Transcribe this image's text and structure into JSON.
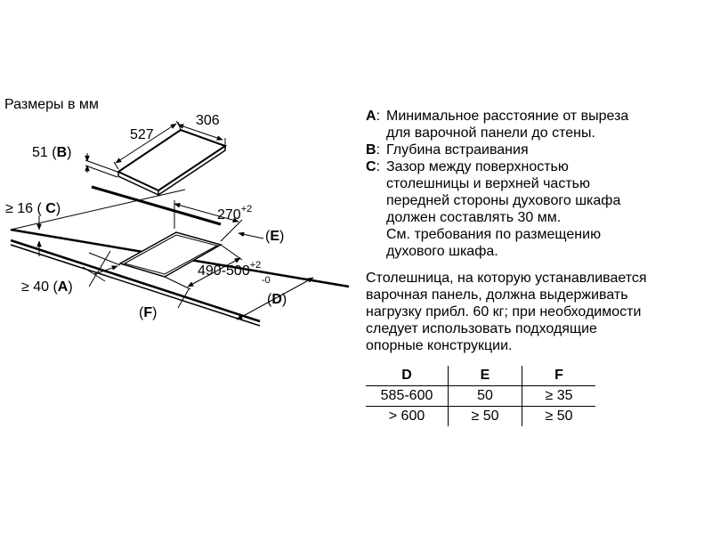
{
  "diagram": {
    "title": "Размеры в мм",
    "width_306": "306",
    "depth_527": "527",
    "label_b_prefix": "51 (",
    "label_b_letter": "B",
    "label_b_suffix": ")",
    "label_c_prefix": "≥ 16 ( ",
    "label_c_letter": "C",
    "label_c_suffix": ")",
    "cutout_width": "270",
    "cutout_width_sup": "+2",
    "label_e_prefix": "(",
    "label_e_letter": "E",
    "label_e_suffix": ")",
    "cutout_depth": "490-500",
    "cutout_depth_sup": "+2",
    "cutout_depth_sub": "-0",
    "label_a_prefix": "≥ 40 (",
    "label_a_letter": "A",
    "label_a_suffix": ")",
    "label_d_prefix": "(",
    "label_d_letter": "D",
    "label_d_suffix": ")",
    "label_f_prefix": "(",
    "label_f_letter": "F",
    "label_f_suffix": ")"
  },
  "legend": [
    {
      "key": "A",
      "lines": [
        "Минимальное расстояние от выреза",
        "для варочной панели до стены."
      ]
    },
    {
      "key": "B",
      "lines": [
        "Глубина встраивания"
      ]
    },
    {
      "key": "C",
      "lines": [
        "Зазор между поверхностью",
        "столешницы и верхней частью",
        "передней стороны духового шкафа",
        "должен составлять 30 мм.",
        "См. требования по размещению",
        "духового шкафа."
      ]
    }
  ],
  "note_lines": [
    "Столешница, на которую устанавливается",
    "варочная панель, должна выдерживать",
    "нагрузку прибл. 60 кг; при необходимости",
    "следует использовать подходящие",
    "опорные конструкции."
  ],
  "table": {
    "headers": [
      "D",
      "E",
      "F"
    ],
    "rows": [
      [
        "585-600",
        "50",
        "≥ 35"
      ],
      [
        "> 600",
        "≥ 50",
        "≥ 50"
      ]
    ]
  }
}
